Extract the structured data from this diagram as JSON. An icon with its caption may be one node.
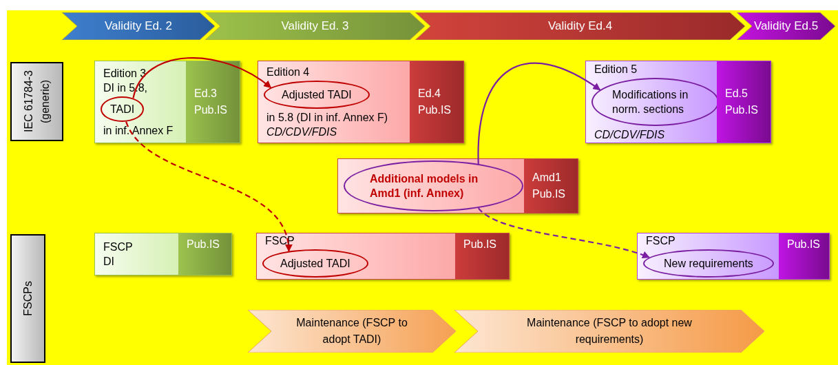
{
  "diagram": {
    "nodes": [
      {
        "text": [
          "Validity Ed. 2"
        ]
      },
      {
        "text": [
          "Validity Ed. 3"
        ]
      },
      {
        "text": [
          "Validity Ed.4"
        ]
      },
      {
        "text": [
          "Validity Ed.5"
        ]
      },
      {
        "text": [
          "IEC 61784-3 (generic)"
        ]
      },
      {
        "text": [
          "Edition 3",
          "DI in 5.8,",
          "in inf. Annex F",
          "Ed.3 Pub.IS"
        ]
      },
      {
        "text": [
          "Edition 4",
          "in 5.8 (DI in inf. Annex F)",
          "CD/CDV/FDIS",
          "Ed.4 Pub.IS"
        ]
      },
      {
        "text": [
          "Edition 5",
          "CD/CDV/FDIS",
          "Ed.5 Pub.IS"
        ]
      },
      {
        "text": [
          "Amd1 Pub.IS"
        ]
      },
      {
        "text": [
          "FSCPs"
        ]
      },
      {
        "text": [
          "FSCP",
          "DI",
          "Pub.IS"
        ]
      },
      {
        "text": [
          "FSCP",
          "Pub.IS"
        ]
      },
      {
        "text": [
          "FSCP",
          "Pub.IS"
        ]
      },
      {
        "text": [
          "Maintenance (FSCP to adopt TADI)"
        ]
      },
      {
        "text": [
          "Maintenance (FSCP to adopt new requirements)"
        ]
      },
      {
        "text": [
          "TADI"
        ],
        "in": 5
      },
      {
        "text": [
          "Adjusted TADI"
        ],
        "in": 6
      },
      {
        "text": [
          "Modifications in norm. sections"
        ],
        "in": 7
      },
      {
        "text": [
          "Additional models in Amd1 (inf. Annex)"
        ],
        "in": 8
      },
      {
        "text": [
          "Adjusted TADI"
        ],
        "in": 11
      },
      {
        "text": [
          "New requirements"
        ],
        "in": 12
      }
    ],
    "edges": [
      {
        "from": 15,
        "to": 16,
        "arrow": "to",
        "color": "#c00000"
      },
      {
        "from": 15,
        "to": 19,
        "arrow": "to",
        "style": "dashed",
        "color": "#c00000"
      },
      {
        "from": 18,
        "to": 17,
        "arrow": "to",
        "color": "#7b1fa2"
      },
      {
        "from": 18,
        "to": 20,
        "arrow": "to",
        "style": "dashed",
        "color": "#7b1fa2"
      }
    ]
  }
}
